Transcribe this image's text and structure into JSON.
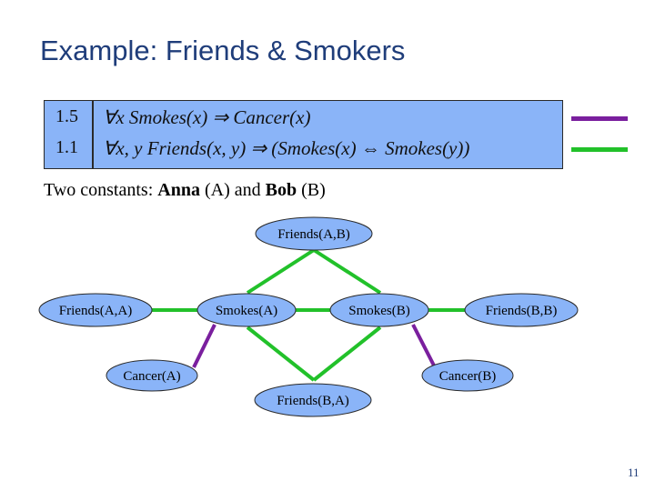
{
  "title": "Example: Friends & Smokers",
  "formulas": [
    {
      "weight": "1.5",
      "text": "∀x Smokes(x) ⇒ Cancer(x)",
      "legend_color": "#7a1f9e"
    },
    {
      "weight": "1.1",
      "text": "∀x, y Friends(x, y) ⇒ (Smokes(x) ⇔ Smokes(y))",
      "legend_color": "#22c12a"
    }
  ],
  "constants": {
    "prefix": "Two constants: ",
    "name1": "Anna",
    "abbr1": " (A) and ",
    "name2": "Bob",
    "abbr2": " (B)"
  },
  "nodes": {
    "friends_ab": "Friends(A,B)",
    "friends_aa": "Friends(A,A)",
    "smokes_a": "Smokes(A)",
    "smokes_b": "Smokes(B)",
    "friends_bb": "Friends(B,B)",
    "cancer_a": "Cancer(A)",
    "cancer_b": "Cancer(B)",
    "friends_ba": "Friends(B,A)"
  },
  "colors": {
    "node_fill": "#8ab4f8",
    "green_edge": "#22c12a",
    "purple_edge": "#7a1f9e",
    "title": "#1f3d7a"
  },
  "page_number": "11"
}
